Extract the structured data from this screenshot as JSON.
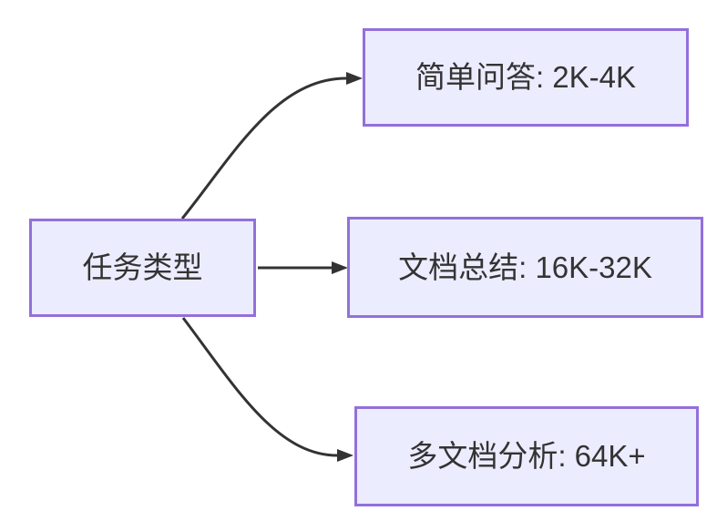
{
  "diagram": {
    "type": "flowchart",
    "direction": "left-to-right",
    "root": {
      "id": "task-type",
      "label": "任务类型"
    },
    "nodes": [
      {
        "id": "simple-qa",
        "label": "简单问答: 2K-4K"
      },
      {
        "id": "doc-summary",
        "label": "文档总结: 16K-32K"
      },
      {
        "id": "multi-doc",
        "label": "多文档分析: 64K+"
      }
    ],
    "edges": [
      {
        "from": "任务类型",
        "to": "简单问答: 2K-4K",
        "arrow": "arrowhead"
      },
      {
        "from": "任务类型",
        "to": "文档总结: 16K-32K",
        "arrow": "arrowhead"
      },
      {
        "from": "任务类型",
        "to": "多文档分析: 64K+",
        "arrow": "arrowhead"
      }
    ]
  },
  "colors": {
    "node_fill": "#ECECFF",
    "node_border": "#9370DB",
    "edge": "#333333",
    "text": "#333333",
    "background": "#FFFFFF"
  }
}
